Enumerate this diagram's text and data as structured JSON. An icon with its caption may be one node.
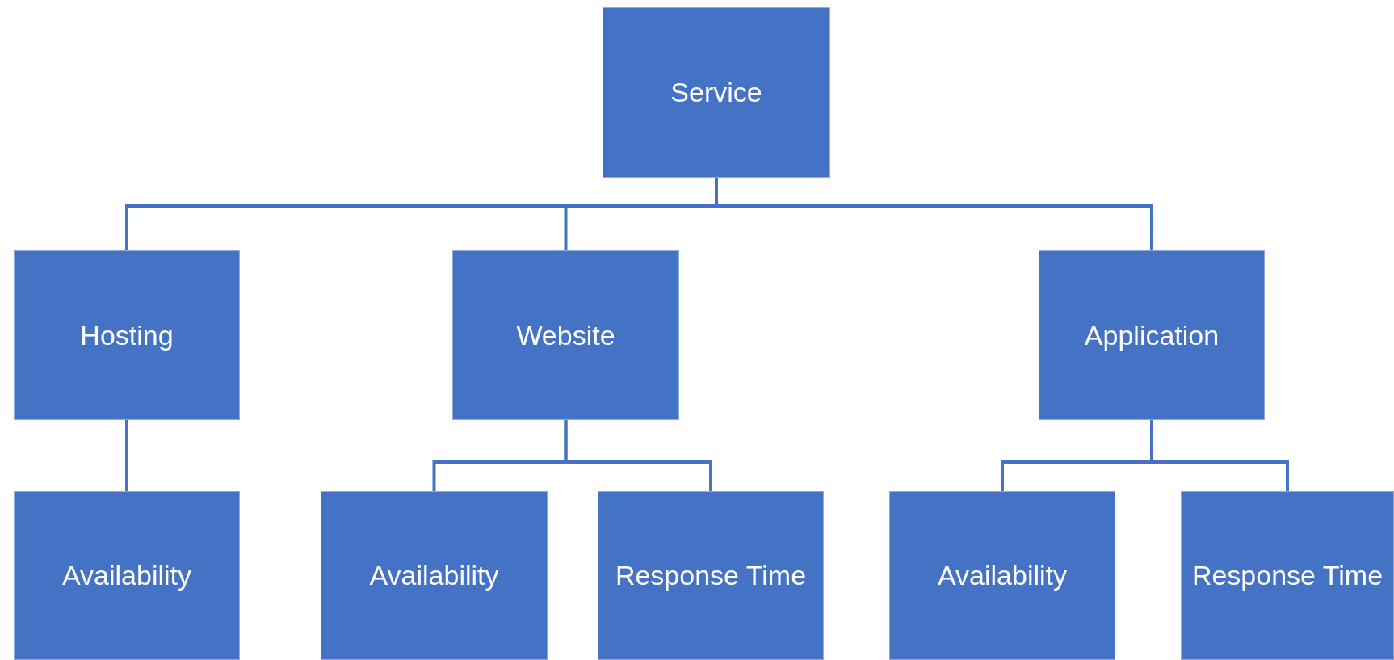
{
  "diagram": {
    "nodes": [
      {
        "text": [
          "Service"
        ]
      },
      {
        "text": [
          "Hosting"
        ]
      },
      {
        "text": [
          "Website"
        ]
      },
      {
        "text": [
          "Application"
        ]
      },
      {
        "text": [
          "Availability"
        ]
      },
      {
        "text": [
          "Availability"
        ]
      },
      {
        "text": [
          "Response Time"
        ]
      },
      {
        "text": [
          "Availability"
        ]
      },
      {
        "text": [
          "Response Time"
        ]
      }
    ],
    "edges": [
      {
        "from": 0,
        "to": 1,
        "arrow": "none"
      },
      {
        "from": 0,
        "to": 2,
        "arrow": "none"
      },
      {
        "from": 0,
        "to": 3,
        "arrow": "none"
      },
      {
        "from": 1,
        "to": 4,
        "arrow": "none"
      },
      {
        "from": 2,
        "to": 5,
        "arrow": "none"
      },
      {
        "from": 2,
        "to": 6,
        "arrow": "none"
      },
      {
        "from": 3,
        "to": 7,
        "arrow": "none"
      },
      {
        "from": 3,
        "to": 8,
        "arrow": "none"
      }
    ]
  }
}
